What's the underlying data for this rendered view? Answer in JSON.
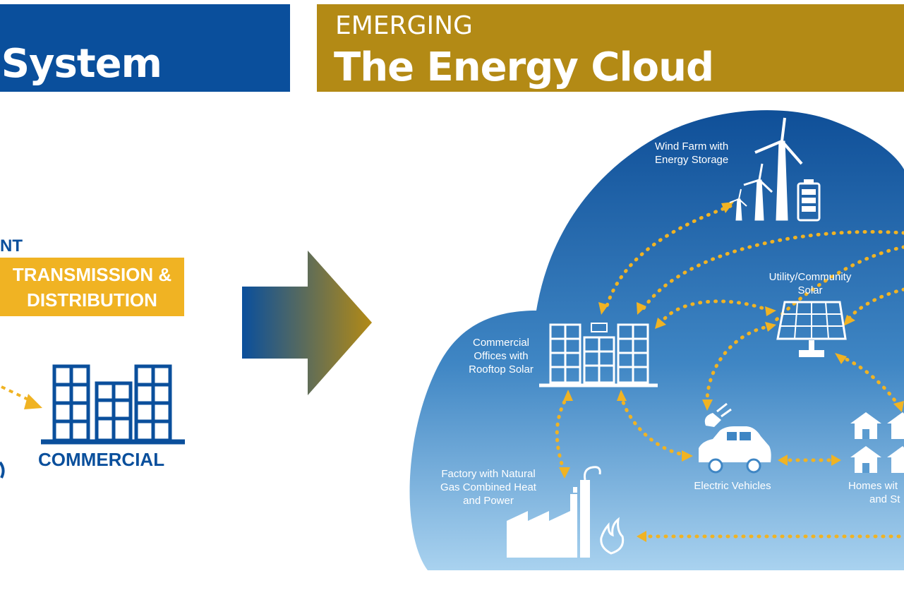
{
  "left_banner": {
    "title": "y System"
  },
  "right_banner": {
    "eyebrow": "EMERGING",
    "title": "The Energy Cloud"
  },
  "left_diagram": {
    "partial_label": "NT",
    "transmission_line1": "TRANSMISSION &",
    "transmission_line2": "DISTRIBUTION",
    "commercial": "COMMERCIAL"
  },
  "cloud": {
    "wind_farm_l1": "Wind Farm with",
    "wind_farm_l2": "Energy Storage",
    "utility_solar_l1": "Utility/Community",
    "utility_solar_l2": "Solar",
    "commercial_l1": "Commercial",
    "commercial_l2": "Offices with",
    "commercial_l3": "Rooftop Solar",
    "factory_l1": "Factory with Natural",
    "factory_l2": "Gas Combined Heat",
    "factory_l3": "and Power",
    "ev": "Electric Vehicles",
    "homes_l1": "Homes wit",
    "homes_l2": "and St"
  },
  "colors": {
    "blue": "#0a4f9c",
    "gold": "#b38a15",
    "yellow": "#f0b323"
  }
}
